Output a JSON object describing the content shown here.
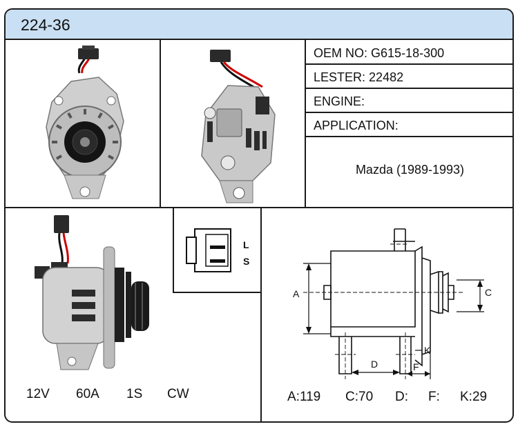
{
  "title": "224-36",
  "specs": {
    "oem_label": "OEM NO:",
    "oem_value": "G615-18-300",
    "lester_label": "LESTER:",
    "lester_value": "22482",
    "engine_label": "ENGINE:",
    "engine_value": "",
    "application_label": "APPLICATION:",
    "application_value": "Mazda (1989-1993)"
  },
  "electrical": {
    "voltage": "12V",
    "amperage": "60A",
    "pulley": "1S",
    "rotation": "CW"
  },
  "connector": {
    "terminal_l": "L",
    "terminal_s": "S"
  },
  "diagram": {
    "label_a": "A",
    "label_c": "C",
    "label_d": "D",
    "label_f": "F",
    "label_k": "K"
  },
  "dimensions": {
    "a": "A:119",
    "c": "C:70",
    "d": "D:",
    "f": "F:",
    "k": "K:29"
  }
}
